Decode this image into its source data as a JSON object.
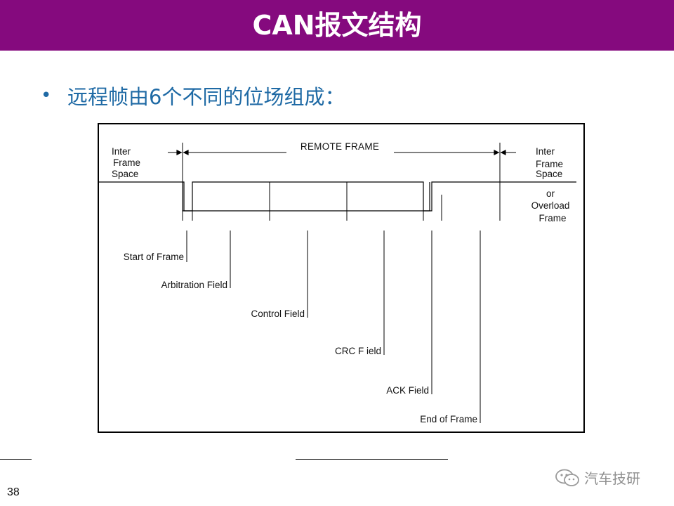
{
  "slide": {
    "title": "CAN报文结构",
    "bullet": "远程帧由6个不同的位场组成：",
    "page_number": "38"
  },
  "diagram": {
    "frame_label": "REMOTE FRAME",
    "left_space": [
      "Inter",
      "Frame",
      "Space"
    ],
    "right_space": [
      "Inter",
      "Frame",
      "Space",
      "or",
      "Overload",
      "Frame"
    ],
    "fields": [
      "Start of Frame",
      "Arbitration Field",
      "Control Field",
      "CRC F ield",
      "ACK Field",
      "End of Frame"
    ]
  },
  "watermark": {
    "text": "汽车技研",
    "icon": "wechat-icon"
  },
  "colors": {
    "title_bar": "#850a7e",
    "bullet": "#1f6aa5",
    "watermark": "#8f8f8f"
  }
}
